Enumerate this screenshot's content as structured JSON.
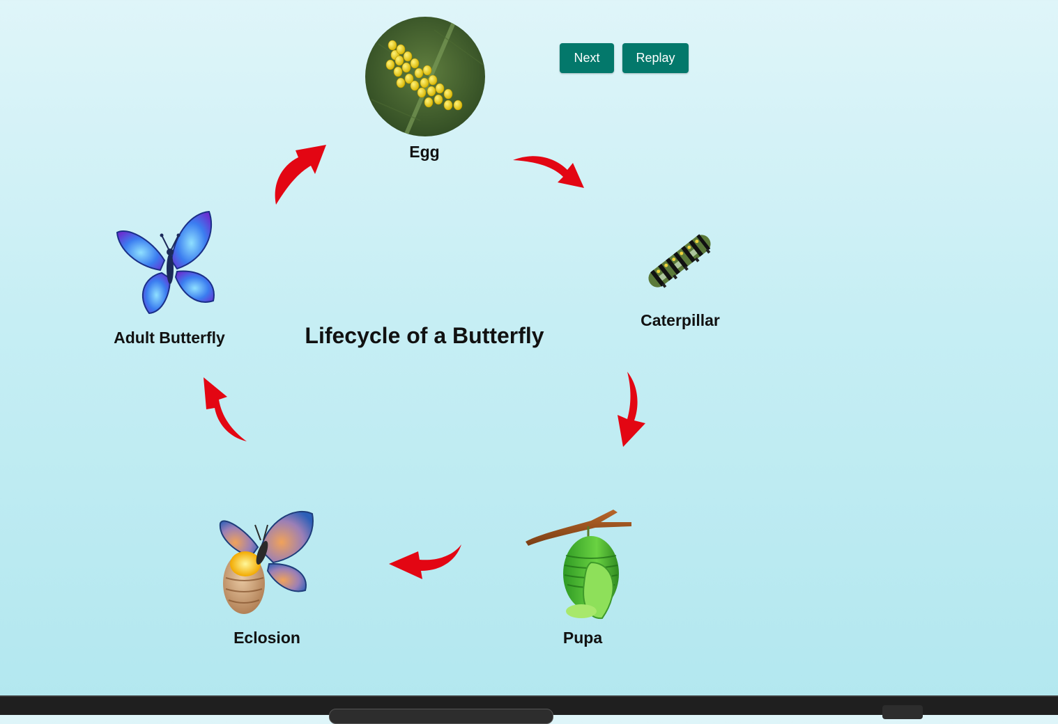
{
  "title": "Lifecycle of a Butterfly",
  "controls": {
    "next_label": "Next",
    "replay_label": "Replay"
  },
  "stages": {
    "egg": "Egg",
    "caterpillar": "Caterpillar",
    "pupa": "Pupa",
    "eclosion": "Eclosion",
    "adult": "Adult Butterfly"
  },
  "colors": {
    "button": "#03786b",
    "arrow": "#e30613"
  },
  "icons": {
    "egg": "egg-cluster-icon",
    "caterpillar": "caterpillar-icon",
    "pupa": "chrysalis-icon",
    "eclosion": "emerging-butterfly-icon",
    "adult": "blue-butterfly-icon",
    "arrows": "curved-arrow-icon"
  }
}
